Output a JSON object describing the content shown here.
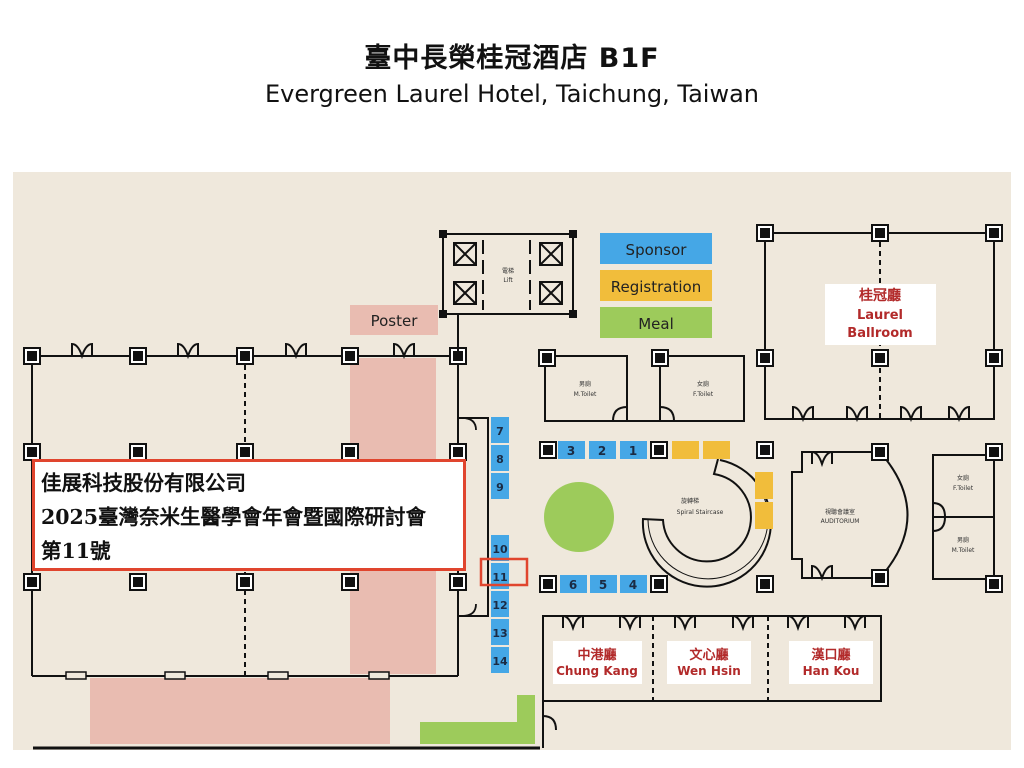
{
  "header": {
    "title_cn": "臺中長榮桂冠酒店 B1F",
    "title_en": "Evergreen Laurel Hotel, Taichung, Taiwan"
  },
  "legend": {
    "sponsor": "Sponsor",
    "registration": "Registration",
    "meal": "Meal",
    "poster": "Poster"
  },
  "colors": {
    "background": "#efe8dc",
    "sponsor": "#45a7e6",
    "registration": "#f1bd3b",
    "meal": "#9dcb5b",
    "poster": "#e9bcb1",
    "room_label": "#b22a2a",
    "highlight": "#e0452e"
  },
  "rooms": {
    "laurel": {
      "cn": "桂冠廳",
      "en1": "Laurel",
      "en2": "Ballroom"
    },
    "chung_kang": {
      "cn": "中港廳",
      "en": "Chung Kang"
    },
    "wen_hsin": {
      "cn": "文心廳",
      "en": "Wen Hsin"
    },
    "han_kou": {
      "cn": "漢口廳",
      "en": "Han Kou"
    },
    "lift": {
      "cn": "電梯",
      "en": "Lift"
    },
    "m_toilet_1": {
      "cn": "男廁",
      "en": "M.Toilet"
    },
    "f_toilet_1": {
      "cn": "女廁",
      "en": "F.Toilet"
    },
    "f_toilet_2": {
      "cn": "女廁",
      "en": "F.Toilet"
    },
    "m_toilet_2": {
      "cn": "男廁",
      "en": "M.Toilet"
    },
    "spiral": {
      "cn": "旋轉梯",
      "en": "Spiral Staircase"
    },
    "auditorium": {
      "cn": "視聽會議室",
      "en": "AUDITORIUM"
    }
  },
  "booths": {
    "top_row": [
      "3",
      "2",
      "1"
    ],
    "bottom_row": [
      "6",
      "5",
      "4"
    ],
    "column": [
      "7",
      "8",
      "9",
      "10",
      "11",
      "12",
      "13",
      "14"
    ],
    "highlighted": "11"
  },
  "callout": {
    "company": "佳展科技股份有限公司",
    "event": "2025臺灣奈米生醫學會年會暨國際研討會",
    "booth": "第11號"
  }
}
